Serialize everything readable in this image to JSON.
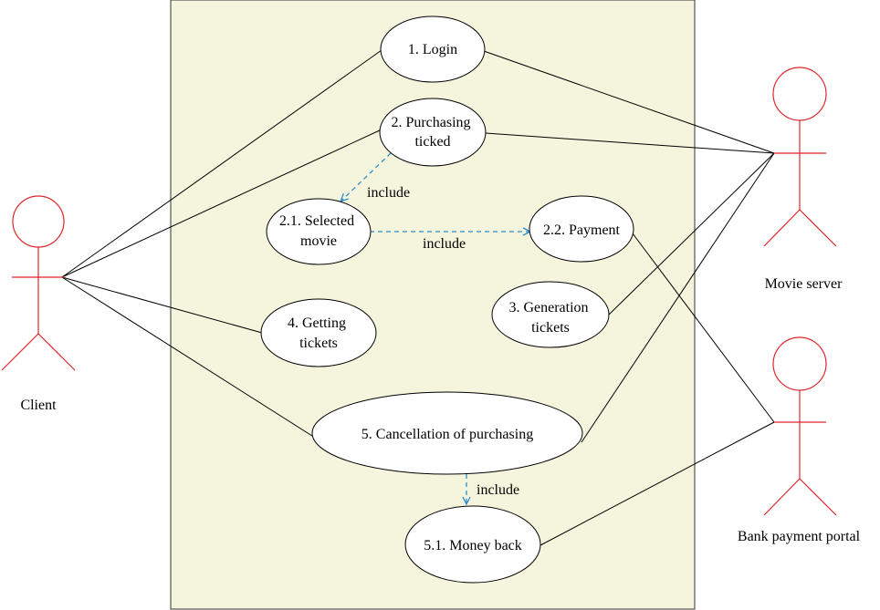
{
  "colors": {
    "system_boundary_fill": "#f5f4dc",
    "system_boundary_stroke": "#333333",
    "actor_stroke": "#e0262b",
    "association_stroke": "#000000",
    "include_stroke": "#2e8ecb",
    "usecase_fill": "#ffffff"
  },
  "actors": {
    "client": "Client",
    "movie_server": "Movie server",
    "bank": "Bank payment portal"
  },
  "usecases": {
    "login": [
      "1. Login"
    ],
    "purchasing": [
      "2. Purchasing",
      "ticked"
    ],
    "selected": [
      "2.1. Selected",
      "movie"
    ],
    "payment": [
      "2.2. Payment"
    ],
    "generation": [
      "3. Generation",
      "tickets"
    ],
    "getting": [
      "4. Getting",
      "tickets"
    ],
    "cancellation": [
      "5. Cancellation of purchasing"
    ],
    "moneyback": [
      "5.1. Money back"
    ]
  },
  "includes": {
    "purchasing_selected": "include",
    "selected_payment": "include",
    "cancellation_moneyback": "include"
  }
}
